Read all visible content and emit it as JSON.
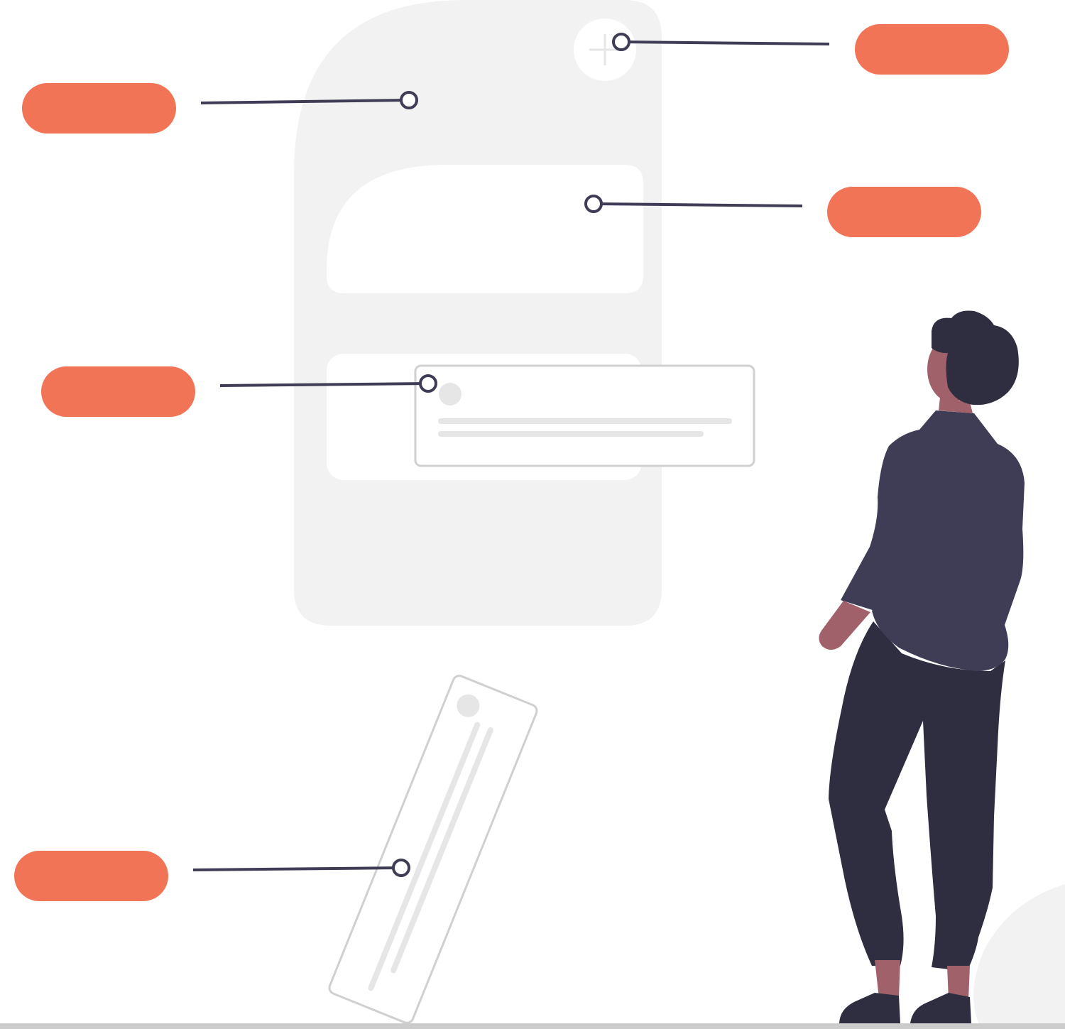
{
  "illustration": {
    "colors": {
      "accent": "#F27457",
      "panel": "#F2F2F2",
      "card": "#FFFFFF",
      "card_outline": "#D0D0D0",
      "placeholder": "#E6E6E6",
      "connector": "#3F3D56",
      "skin": "#A0616A",
      "hair": "#2F2E41",
      "shirt": "#3F3D56",
      "pants": "#2F2E41",
      "ground": "#CCCCCC"
    },
    "callouts": [
      {
        "id": "top-right",
        "side": "right"
      },
      {
        "id": "upper-left",
        "side": "left"
      },
      {
        "id": "middle-right",
        "side": "right"
      },
      {
        "id": "middle-left",
        "side": "left"
      },
      {
        "id": "bottom-left",
        "side": "left"
      }
    ],
    "icons": [
      "plus-icon"
    ]
  }
}
